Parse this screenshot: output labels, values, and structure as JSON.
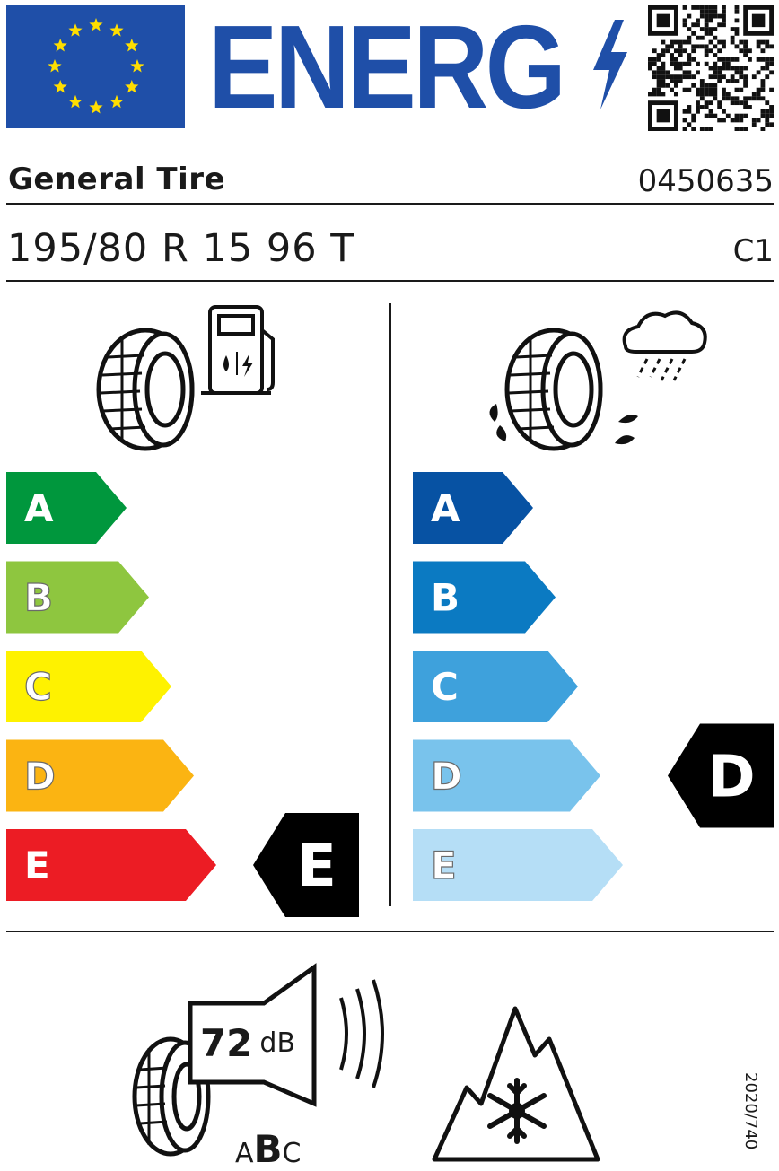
{
  "header": {
    "energy_word": "ENERG",
    "flag_color": "#1f4fa8",
    "star_color": "#ffde00",
    "qr_icon": "qr-code-icon"
  },
  "tyre": {
    "brand": "General Tire",
    "article_code": "0450635",
    "size_designation": "195/80 R 15 96 T",
    "tyre_class": "C1"
  },
  "fuel_efficiency": {
    "icon": "fuel-pump-tyre-icon",
    "scale": [
      {
        "letter": "A",
        "color": "#00973d"
      },
      {
        "letter": "B",
        "color": "#8ec63f"
      },
      {
        "letter": "C",
        "color": "#fef200"
      },
      {
        "letter": "D",
        "color": "#fbb412"
      },
      {
        "letter": "E",
        "color": "#ec1c24"
      }
    ],
    "rating": "E"
  },
  "wet_grip": {
    "icon": "rain-cloud-tyre-icon",
    "scale": [
      {
        "letter": "A",
        "color": "#0752a3"
      },
      {
        "letter": "B",
        "color": "#0b7ac2"
      },
      {
        "letter": "C",
        "color": "#3ea1dc"
      },
      {
        "letter": "D",
        "color": "#79c3ec"
      },
      {
        "letter": "E",
        "color": "#b5def6"
      }
    ],
    "rating": "D"
  },
  "noise": {
    "value": "72",
    "unit": "dB",
    "class_left": "A",
    "class_mid": "B",
    "class_right": "C",
    "icon": "speaker-tyre-icon"
  },
  "snow": {
    "icon": "mountain-snowflake-icon"
  },
  "regulation": "2020/740"
}
